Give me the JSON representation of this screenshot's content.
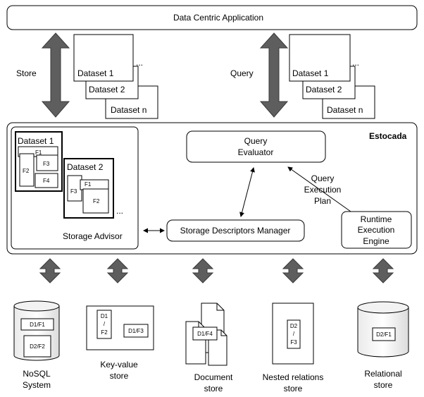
{
  "app_title": "Data Centric Application",
  "arrows": {
    "store": "Store",
    "query": "Query"
  },
  "input_datasets": {
    "first": "Dataset 1",
    "second": "Dataset 2",
    "last": "Dataset n",
    "ellipsis": "..."
  },
  "system": {
    "name": "Estocada",
    "query_evaluator": [
      "Query",
      "Evaluator"
    ],
    "query_plan": [
      "Query",
      "Execution",
      "Plan"
    ],
    "runtime_engine": [
      "Runtime",
      "Execution",
      "Engine"
    ],
    "storage_descriptors_manager": "Storage Descriptors Manager",
    "storage_advisor": "Storage Advisor",
    "advisor_dataset_1": {
      "title": "Dataset 1",
      "fragments": [
        "F1",
        "F2",
        "F3",
        "F4"
      ]
    },
    "advisor_dataset_2": {
      "title": "Dataset 2",
      "fragments": [
        "F1",
        "F3",
        "F2"
      ]
    },
    "ellipsis": "..."
  },
  "stores": {
    "nosql": {
      "label": [
        "NoSQL",
        "System"
      ],
      "fragments": [
        "D1/F1",
        "D2/F2"
      ]
    },
    "keyvalue": {
      "label": [
        "Key-value",
        "store"
      ],
      "fragments": [
        "D1",
        "/",
        "F2",
        "D1/F3"
      ]
    },
    "document": {
      "label": [
        "Document",
        "store"
      ],
      "fragments": [
        "D1/F4"
      ]
    },
    "nested": {
      "label": [
        "Nested relations",
        "store"
      ],
      "fragments": [
        "D2",
        "/",
        "F3"
      ]
    },
    "relational": {
      "label": [
        "Relational",
        "store"
      ],
      "fragments": [
        "D2/F1"
      ]
    }
  },
  "colors": {
    "arrow_fill": "#5e5e5e",
    "arrow_stroke": "#3a3a3a",
    "line": "#000000",
    "box_fill": "#ffffff"
  }
}
